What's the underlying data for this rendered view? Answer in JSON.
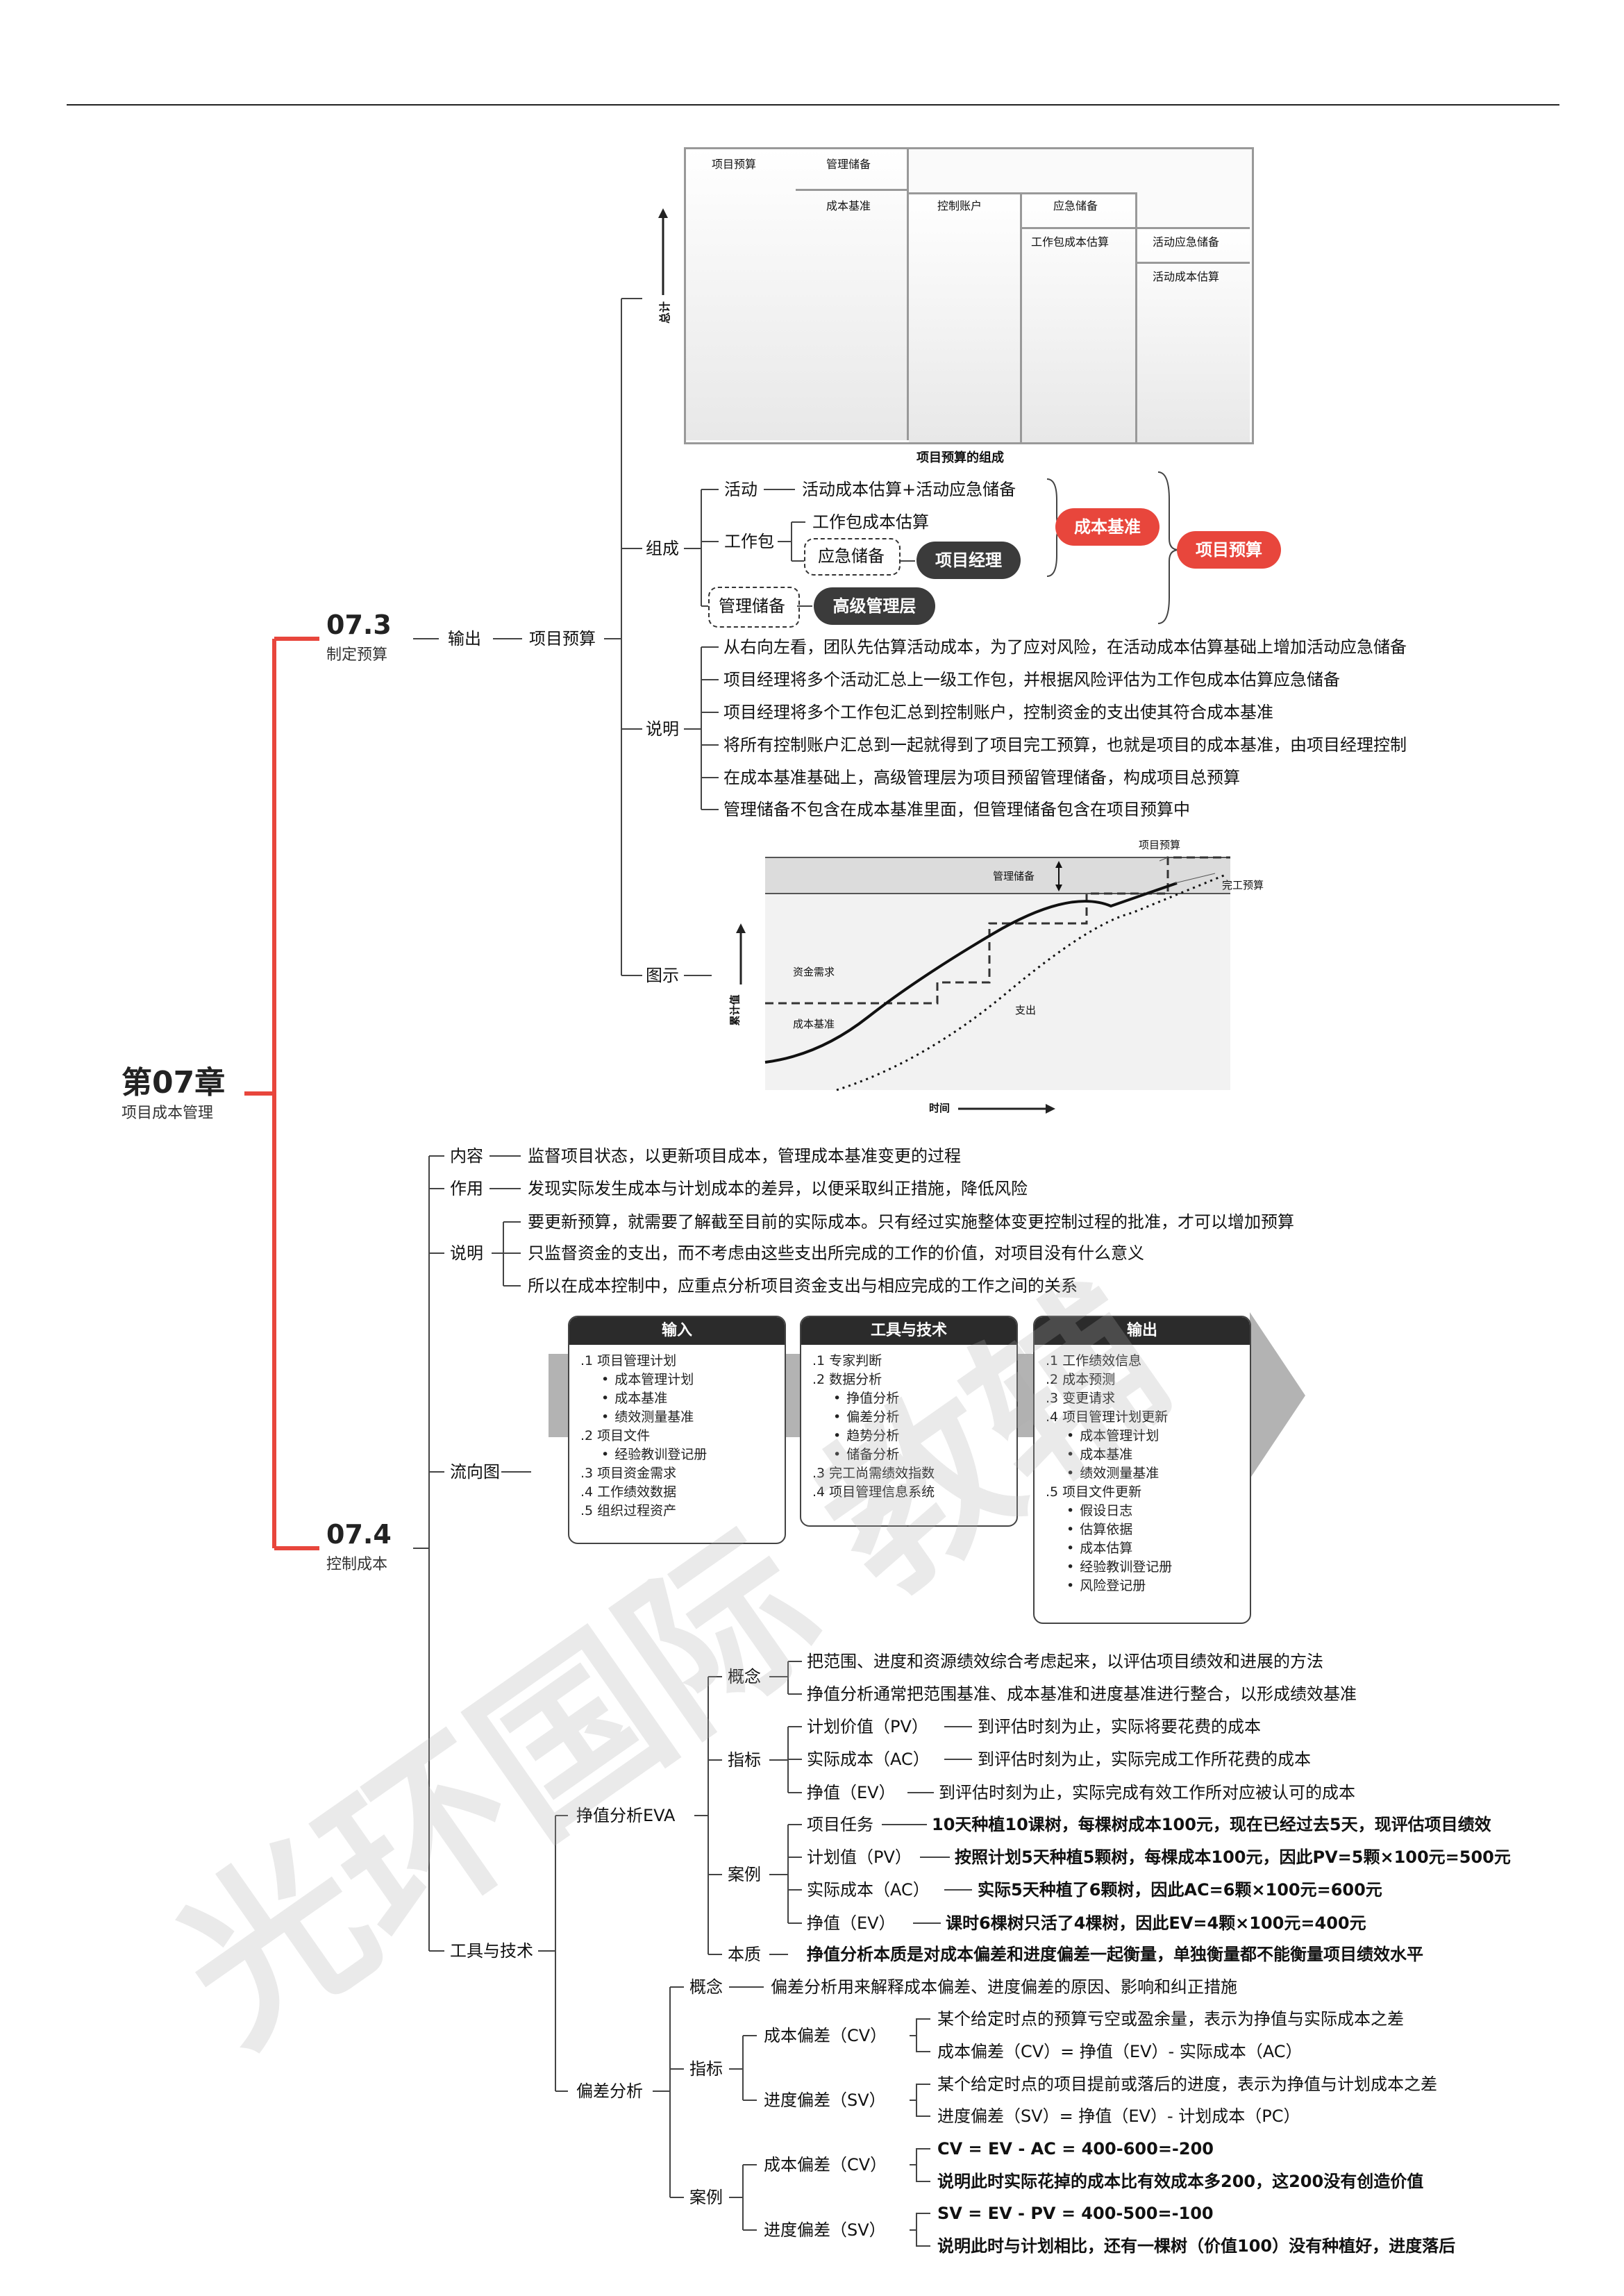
{
  "chapter": {
    "num": "第07章",
    "title": "项目成本管理"
  },
  "s73": {
    "num": "07.3",
    "title": "制定预算",
    "output": "输出",
    "budget": "项目预算",
    "fig1": {
      "caption": "项目预算的组成",
      "ylabel": "总计",
      "cells": [
        "项目预算",
        "管理储备",
        "成本基准",
        "控制账户",
        "应急储备",
        "工作包成本估算",
        "活动应急储备",
        "活动成本估算"
      ]
    },
    "comp": {
      "label": "组成",
      "activity": "活动",
      "activity_desc": "活动成本估算+活动应急储备",
      "wp": "工作包",
      "wp_cost": "工作包成本估算",
      "wp_reserve": "应急储备",
      "pm": "项目经理",
      "mgmt_reserve": "管理储备",
      "senior": "高级管理层",
      "baseline": "成本基准",
      "budget": "项目预算"
    },
    "desc": {
      "label": "说明",
      "items": [
        "从右向左看，团队先估算活动成本，为了应对风险，在活动成本估算基础上增加活动应急储备",
        "项目经理将多个活动汇总上一级工作包，并根据风险评估为工作包成本估算应急储备",
        "项目经理将多个工作包汇总到控制账户，控制资金的支出使其符合成本基准",
        "将所有控制账户汇总到一起就得到了项目完工预算，也就是项目的成本基准，由项目经理控制",
        "在成本基准基础上，高级管理层为项目预留管理储备，构成项目总预算",
        "管理储备不包含在成本基准里面，但管理储备包含在项目预算中"
      ]
    },
    "fig2": {
      "label": "图示",
      "project_budget": "项目预算",
      "mgmt_reserve": "管理储备",
      "bac": "完工预算",
      "funding": "资金需求",
      "baseline": "成本基准",
      "expend": "支出",
      "ylabel": "累计值",
      "xlabel": "时间"
    }
  },
  "s74": {
    "num": "07.4",
    "title": "控制成本",
    "content": {
      "label": "内容",
      "text": "监督项目状态，以更新项目成本，管理成本基准变更的过程"
    },
    "role": {
      "label": "作用",
      "text": "发现实际发生成本与计划成本的差异，以便采取纠正措施，降低风险"
    },
    "desc": {
      "label": "说明",
      "items": [
        "要更新预算，就需要了解截至目前的实际成本。只有经过实施整体变更控制过程的批准，才可以增加预算",
        "只监督资金的支出，而不考虑由这些支出所完成的工作的价值，对项目没有什么意义",
        "所以在成本控制中，应重点分析项目资金支出与相应完成的工作之间的关系"
      ]
    },
    "flow": {
      "label": "流向图",
      "input": {
        "title": "输入",
        "items": [
          [
            ".1 项目管理计划",
            0
          ],
          [
            "成本管理计划",
            1
          ],
          [
            "成本基准",
            1
          ],
          [
            "绩效测量基准",
            1
          ],
          [
            ".2 项目文件",
            0
          ],
          [
            "经验教训登记册",
            1
          ],
          [
            ".3 项目资金需求",
            0
          ],
          [
            ".4 工作绩效数据",
            0
          ],
          [
            ".5 组织过程资产",
            0
          ]
        ]
      },
      "tools": {
        "title": "工具与技术",
        "items": [
          [
            ".1 专家判断",
            0
          ],
          [
            ".2 数据分析",
            0
          ],
          [
            "挣值分析",
            1
          ],
          [
            "偏差分析",
            1
          ],
          [
            "趋势分析",
            1
          ],
          [
            "储备分析",
            1
          ],
          [
            ".3 完工尚需绩效指数",
            0
          ],
          [
            ".4 项目管理信息系统",
            0
          ]
        ]
      },
      "output": {
        "title": "输出",
        "items": [
          [
            ".1 工作绩效信息",
            0
          ],
          [
            ".2 成本预测",
            0
          ],
          [
            ".3 变更请求",
            0
          ],
          [
            ".4 项目管理计划更新",
            0
          ],
          [
            "成本管理计划",
            1
          ],
          [
            "成本基准",
            1
          ],
          [
            "绩效测量基准",
            1
          ],
          [
            ".5 项目文件更新",
            0
          ],
          [
            "假设日志",
            1
          ],
          [
            "估算依据",
            1
          ],
          [
            "成本估算",
            1
          ],
          [
            "经验教训登记册",
            1
          ],
          [
            "风险登记册",
            1
          ]
        ]
      }
    },
    "tools_label": "工具与技术",
    "eva": {
      "label": "挣值分析EVA",
      "concept": {
        "label": "概念",
        "items": [
          "把范围、进度和资源绩效综合考虑起来，以评估项目绩效和进展的方法",
          "挣值分析通常把范围基准、成本基准和进度基准进行整合，以形成绩效基准"
        ]
      },
      "indicators": {
        "label": "指标",
        "items": [
          {
            "k": "计划价值（PV）",
            "v": "到评估时刻为止，实际将要花费的成本"
          },
          {
            "k": "实际成本（AC）",
            "v": "到评估时刻为止，实际完成工作所花费的成本"
          },
          {
            "k": "挣值（EV）",
            "v": "到评估时刻为止，实际完成有效工作所对应被认可的成本"
          }
        ]
      },
      "case": {
        "label": "案例",
        "items": [
          {
            "k": "项目任务",
            "v": "10天种植10课树，每棵树成本100元，现在已经过去5天，现评估项目绩效"
          },
          {
            "k": "计划值（PV）",
            "v": "按照计划5天种植5颗树，每棵成本100元，因此PV=5颗×100元=500元"
          },
          {
            "k": "实际成本（AC）",
            "v": "实际5天种植了6颗树，因此AC=6颗×100元=600元"
          },
          {
            "k": "挣值（EV）",
            "v": "课时6棵树只活了4棵树，因此EV=4颗×100元=400元"
          }
        ]
      },
      "essence": {
        "label": "本质",
        "text": "挣值分析本质是对成本偏差和进度偏差一起衡量，单独衡量都不能衡量项目绩效水平"
      }
    },
    "va": {
      "label": "偏差分析",
      "concept": {
        "label": "概念",
        "text": "偏差分析用来解释成本偏差、进度偏差的原因、影响和纠正措施"
      },
      "indicators": {
        "label": "指标",
        "cv": {
          "k": "成本偏差（CV）",
          "a": "某个给定时点的预算亏空或盈余量，表示为挣值与实际成本之差",
          "b": "成本偏差（CV）= 挣值（EV）- 实际成本（AC）"
        },
        "sv": {
          "k": "进度偏差（SV）",
          "a": "某个给定时点的项目提前或落后的进度，表示为挣值与计划成本之差",
          "b": "进度偏差（SV）= 挣值（EV）- 计划成本（PC）"
        }
      },
      "case": {
        "label": "案例",
        "cv": {
          "k": "成本偏差（CV）",
          "a": "CV = EV - AC = 400-600=-200",
          "b": "说明此时实际花掉的成本比有效成本多200，这200没有创造价值"
        },
        "sv": {
          "k": "进度偏差（SV）",
          "a": "SV = EV - PV = 400-500=-100",
          "b": "说明此时与计划相比，还有一棵树（价值100）没有种植好，进度落后"
        }
      }
    }
  },
  "watermark": "光环国际 教辅",
  "colors": {
    "red": "#e8463c",
    "dark": "#3b3b3b"
  }
}
